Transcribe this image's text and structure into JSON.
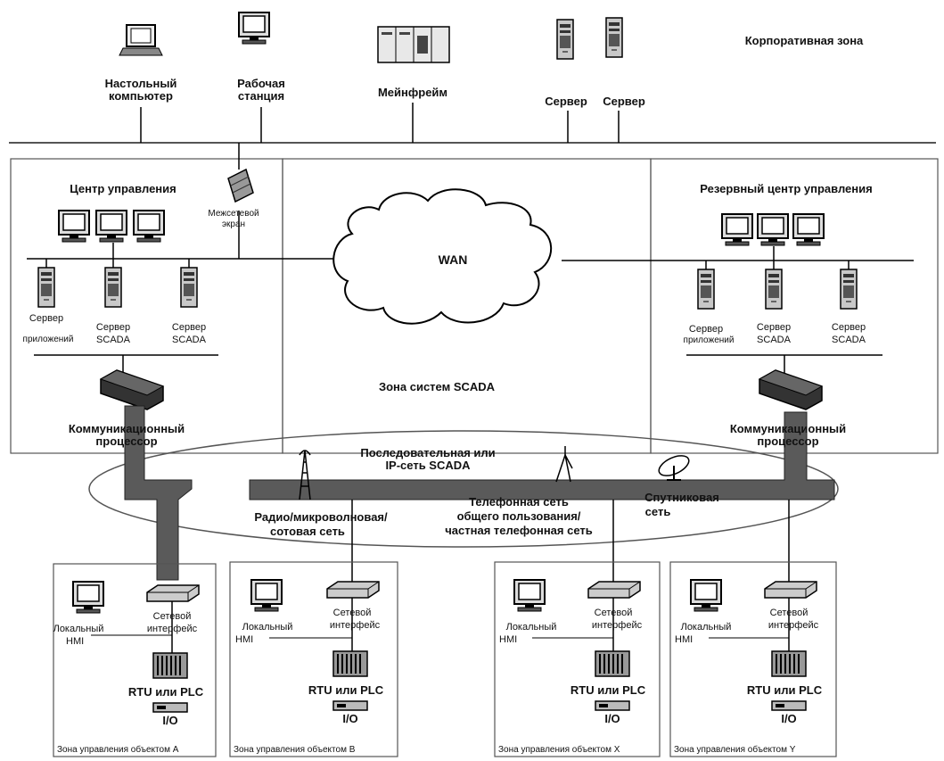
{
  "corporate_zone": {
    "title": "Корпоративная зона",
    "desktop": [
      "Настольный",
      "компьютер"
    ],
    "workstation": [
      "Рабочая",
      "станция"
    ],
    "mainframe": "Мейнфрейм",
    "server1": "Сервер",
    "server2": "Сервер"
  },
  "firewall": [
    "Межсетевой",
    "экран"
  ],
  "wan": "WAN",
  "scada_zone": "Зона систем SCADA",
  "control_center": {
    "title": "Центр управления",
    "app_server": [
      "Сервер",
      "приложений"
    ],
    "scada_server1": [
      "Сервер",
      "SCADA"
    ],
    "scada_server2": [
      "Сервер",
      "SCADA"
    ],
    "comm_processor": [
      "Коммуникационный",
      "процессор"
    ]
  },
  "backup_center": {
    "title": "Резервный центр управления",
    "app_server": [
      "Сервер",
      "приложений"
    ],
    "scada_server1": [
      "Сервер",
      "SCADA"
    ],
    "scada_server2": [
      "Сервер",
      "SCADA"
    ],
    "comm_processor": [
      "Коммуникационный",
      "процессор"
    ]
  },
  "network": {
    "serial": [
      "Последовательная или",
      "IP-сеть SCADA"
    ],
    "radio": [
      "Радио/микроволновая/",
      "сотовая сеть"
    ],
    "phone": [
      "Телефонная сеть",
      "общего пользования/",
      "частная телефонная сеть"
    ],
    "satellite": [
      "Спутниковая",
      "сеть"
    ]
  },
  "sites": [
    {
      "hmi": [
        "Локальный",
        "HMI"
      ],
      "nic": [
        "Сетевой",
        "интерфейс"
      ],
      "rtu": "RTU или PLC",
      "io": "I/O",
      "zone": "Зона управления объектом А"
    },
    {
      "hmi": [
        "Локальный",
        "HMI"
      ],
      "nic": [
        "Сетевой",
        "интерфейс"
      ],
      "rtu": "RTU или PLC",
      "io": "I/O",
      "zone": "Зона управления объектом В"
    },
    {
      "hmi": [
        "Локальный",
        "HMI"
      ],
      "nic": [
        "Сетевой",
        "интерфейс"
      ],
      "rtu": "RTU или PLC",
      "io": "I/O",
      "zone": "Зона управления объектом Х"
    },
    {
      "hmi": [
        "Локальный",
        "HMI"
      ],
      "nic": [
        "Сетевой",
        "интерфейс"
      ],
      "rtu": "RTU или PLC",
      "io": "I/O",
      "zone": "Зона управления объектом Y"
    }
  ]
}
